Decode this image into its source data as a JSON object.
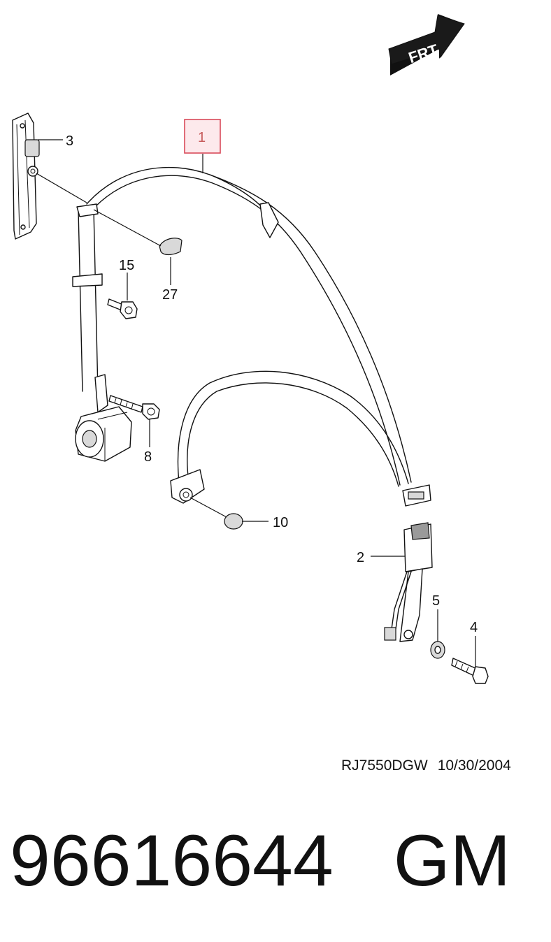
{
  "frt_label": "FRT",
  "callouts": [
    {
      "id": "1",
      "label": "1",
      "highlight": true
    },
    {
      "id": "2",
      "label": "2"
    },
    {
      "id": "3",
      "label": "3"
    },
    {
      "id": "4",
      "label": "4"
    },
    {
      "id": "5",
      "label": "5"
    },
    {
      "id": "8",
      "label": "8"
    },
    {
      "id": "10",
      "label": "10"
    },
    {
      "id": "15",
      "label": "15"
    },
    {
      "id": "27",
      "label": "27"
    }
  ],
  "drawing_code": "RJ7550DGW",
  "drawing_date": "10/30/2004",
  "part_number": "96616644",
  "brand": "GM",
  "colors": {
    "highlight_box": "#d94a5a",
    "highlight_fill": "#fde9ec",
    "ink": "#111111"
  }
}
